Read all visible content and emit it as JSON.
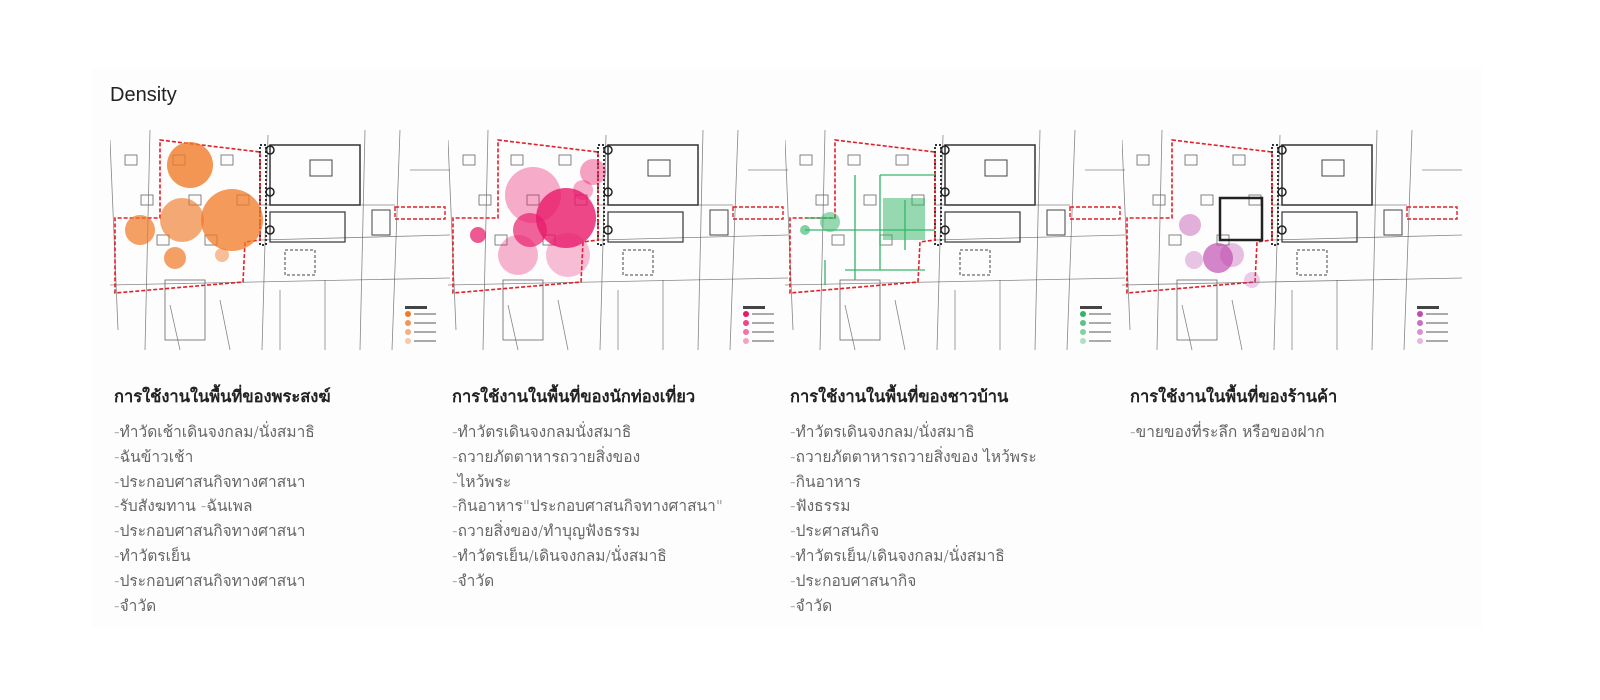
{
  "title": "Density",
  "panels": [
    {
      "heading": "การใช้งานในพื้นที่ของพระสงฆ์",
      "color": "#f07a28",
      "items": [
        "-ทำวัดเช้าเดินจงกลม/นั่งสมาธิ",
        "-ฉันข้าวเช้า",
        "-ประกอบศาสนกิจทางศาสนา",
        "-รับสังฆทาน -ฉันเพล",
        "-ประกอบศาสนกิจทางศาสนา",
        "-ทำวัตรเย็น",
        "-ประกอบศาสนกิจทางศาสนา",
        "-จำวัด"
      ]
    },
    {
      "heading": "การใช้งานในพื้นที่ของนักท่องเที่ยว",
      "color": "#e8196a",
      "items": [
        "-ทำวัตรเดินจงกลมนั่งสมาธิ",
        "-ถวายภัตตาหารถวายสิ่งของ",
        "-ไหว้พระ",
        "-กินอาหาร\"ประกอบศาสนกิจทางศาสนา\"",
        "-ถวายสิ่งของ/ทำบุญฟังธรรม",
        "-ทำวัตรเย็น/เดินจงกลม/นั่งสมาธิ",
        "-จำวัด"
      ]
    },
    {
      "heading": "การใช้งานในพื้นที่ของชาวบ้าน",
      "color": "#2fb565",
      "items": [
        "-ทำวัตรเดินจงกลม/นั่งสมาธิ",
        "-ถวายภัตตาหารถวายสิ่งของ ไหว้พระ",
        "-กินอาหาร",
        "-ฟังธรรม",
        "-ประศาสนกิจ",
        "-ทำวัตรเย็น/เดินจงกลม/นั่งสมาธิ",
        "-ประกอบศาสนากิจ",
        "-จำวัด"
      ]
    },
    {
      "heading": "การใช้งานในพื้นที่ของร้านค้า",
      "color": "#c04ab0",
      "items": [
        "-ขายของที่ระลึก หรือของฝาก"
      ]
    }
  ],
  "boundary_color": "#e0202a"
}
